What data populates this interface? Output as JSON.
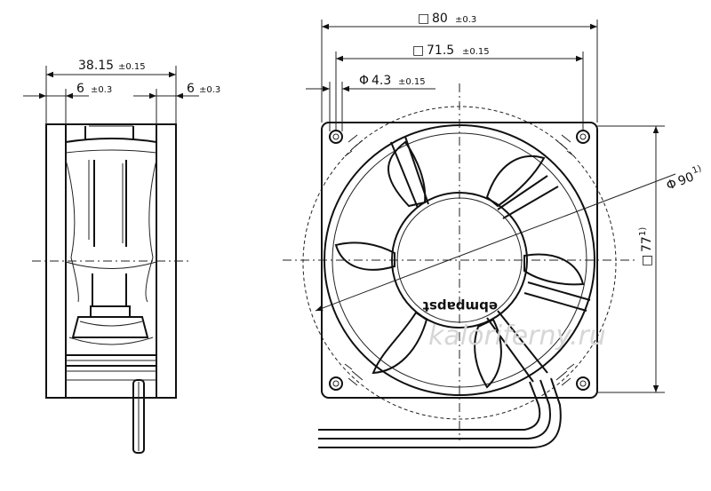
{
  "side_view": {
    "depth": {
      "value": "38.15",
      "tol": "±0.15"
    },
    "left_gap": {
      "value": "6",
      "tol": "±0.3"
    },
    "right_gap": {
      "value": "6",
      "tol": "±0.3"
    }
  },
  "front_view": {
    "frame": {
      "symbol": "□",
      "value": "80",
      "tol": "±0.3"
    },
    "hole_spacing": {
      "symbol": "□",
      "value": "71.5",
      "tol": "±0.15"
    },
    "hole_dia": {
      "symbol": "Φ",
      "value": "4.3",
      "tol": "±0.15"
    },
    "circle_dia": {
      "symbol": "Φ",
      "value": "90",
      "note": "1)"
    },
    "vertical": {
      "symbol": "□",
      "value": "77",
      "note": "1)"
    },
    "brand": "ebmpapst"
  },
  "watermark": "kaloriferny.ru"
}
